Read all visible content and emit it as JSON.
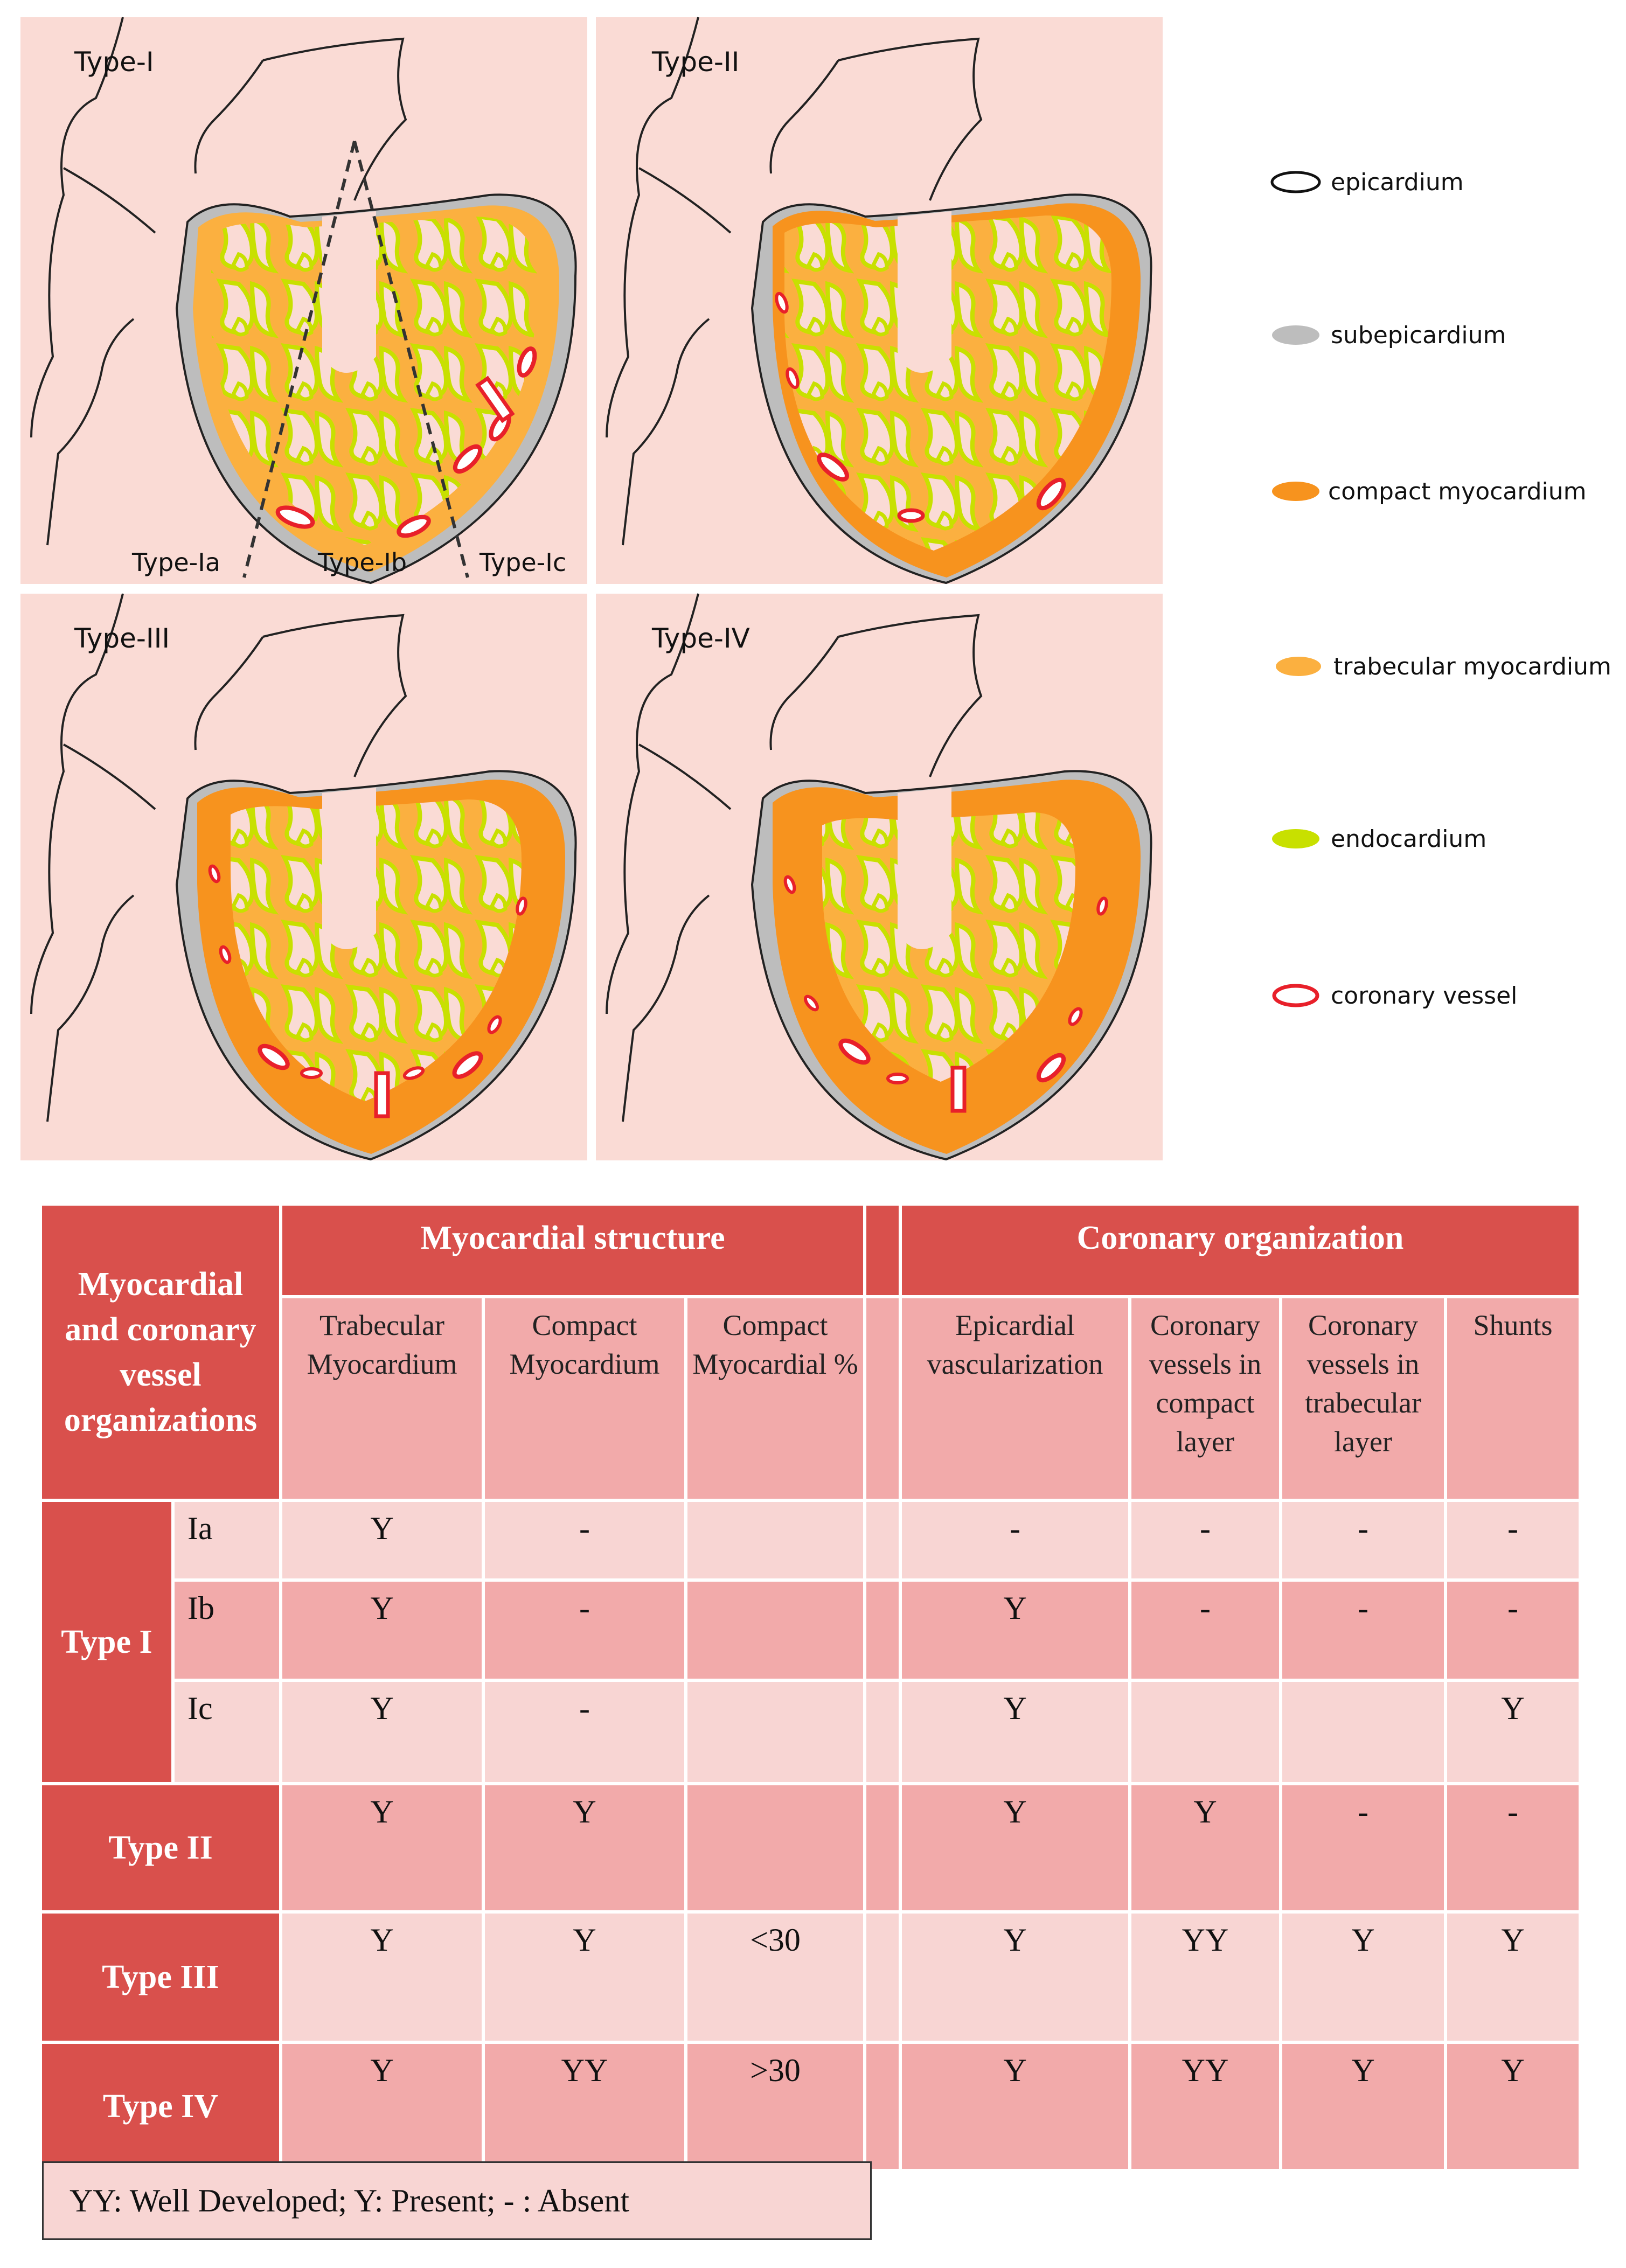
{
  "panels": [
    {
      "label": "Type-I"
    },
    {
      "label": "Type-II"
    },
    {
      "label": "Type-III"
    },
    {
      "label": "Type-IV"
    }
  ],
  "subtype_labels": [
    "Type-Ia",
    "Type-Ib",
    "Type-Ic"
  ],
  "legend": [
    {
      "label": "epicardium",
      "icon": "epicardium-swatch-icon",
      "color": "#ffffff"
    },
    {
      "label": "subepicardium",
      "icon": "subepicardium-swatch-icon",
      "color": "#bdbdbd"
    },
    {
      "label": "compact myocardium",
      "icon": "compact-myocardium-swatch-icon",
      "color": "#f7931e"
    },
    {
      "label": "trabecular myocardium",
      "icon": "trabecular-myocardium-swatch-icon",
      "color": "#fbb040"
    },
    {
      "label": "endocardium",
      "icon": "endocardium-swatch-icon",
      "color": "#c8e000"
    },
    {
      "label": "coronary vessel",
      "icon": "coronary-vessel-swatch-icon",
      "color": "#e8202a"
    }
  ],
  "colors": {
    "panel_bg": "#fadbd5",
    "header_dark": "#d9504c",
    "header_light": "#f2aaaa",
    "row_light": "#f8d5d3",
    "compact": "#f7931e",
    "trabecular": "#fbb040",
    "endocardium": "#c8e000",
    "subepicardium": "#bdbdbd",
    "vessel": "#e8202a"
  },
  "table": {
    "corner_header": "Myocardial and coronary vessel organizations",
    "group_headers": [
      "Myocardial structure",
      "Coronary organization"
    ],
    "columns": [
      "Trabecular Myocardium",
      "Compact Myocardium",
      "Compact Myocardial %",
      "Epicardial vascularization",
      "Coronary vessels in compact layer",
      "Coronary vessels in trabecular layer",
      "Shunts"
    ],
    "type_labels": [
      "Type I",
      "Type II",
      "Type III",
      "Type IV"
    ],
    "subtypes": [
      "Ia",
      "Ib",
      "Ic"
    ],
    "rows": [
      {
        "type": "Type I",
        "subtype": "Ia",
        "values": [
          "Y",
          "-",
          "",
          "-",
          "-",
          "-",
          "-"
        ]
      },
      {
        "type": "Type I",
        "subtype": "Ib",
        "values": [
          "Y",
          "-",
          "",
          "Y",
          "-",
          "-",
          "-"
        ]
      },
      {
        "type": "Type I",
        "subtype": "Ic",
        "values": [
          "Y",
          "-",
          "",
          "Y",
          "",
          "",
          "Y"
        ]
      },
      {
        "type": "Type II",
        "subtype": "",
        "values": [
          "Y",
          "Y",
          "",
          "Y",
          "Y",
          "-",
          "-"
        ]
      },
      {
        "type": "Type III",
        "subtype": "",
        "values": [
          "Y",
          "Y",
          "<30",
          "Y",
          "YY",
          "Y",
          "Y"
        ]
      },
      {
        "type": "Type IV",
        "subtype": "",
        "values": [
          "Y",
          "YY",
          ">30",
          "Y",
          "YY",
          "Y",
          "Y"
        ]
      }
    ],
    "footnote": "YY: Well Developed;   Y: Present;   - : Absent"
  }
}
